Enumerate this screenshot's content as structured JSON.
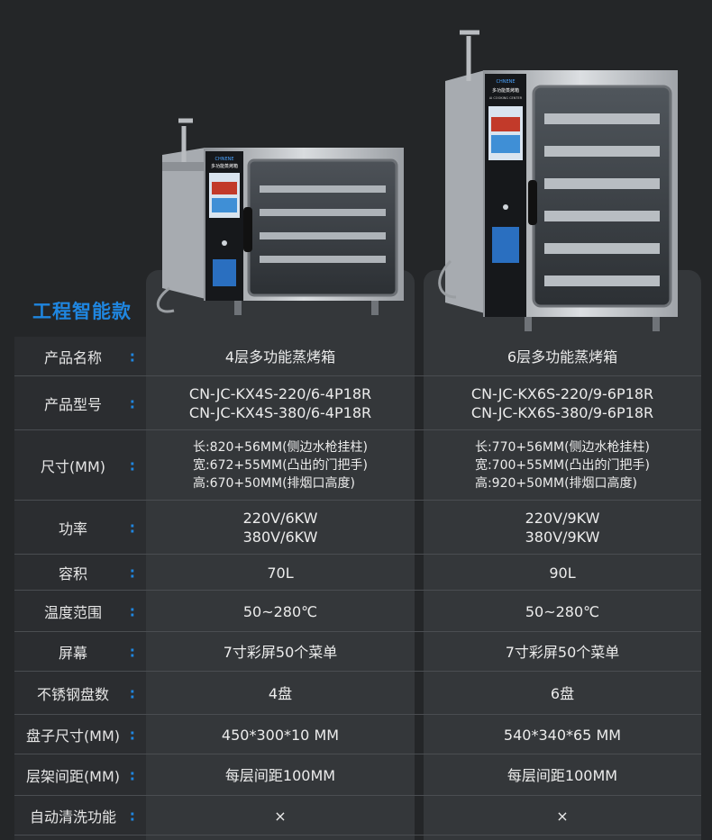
{
  "section_title": "工程智能款",
  "colon": ":",
  "rows": [
    {
      "label": "产品名称",
      "a": [
        "4层多功能蒸烤箱"
      ],
      "b": [
        "6层多功能蒸烤箱"
      ]
    },
    {
      "label": "产品型号",
      "a": [
        "CN-JC-KX4S-220/6-4P18R",
        "CN-JC-KX4S-380/6-4P18R"
      ],
      "b": [
        "CN-JC-KX6S-220/9-6P18R",
        "CN-JC-KX6S-380/9-6P18R"
      ]
    },
    {
      "label": "尺寸(MM)",
      "a": [
        "长:820+56MM(侧边水枪挂柱)",
        "宽:672+55MM(凸出的门把手)",
        "高:670+50MM(排烟口高度)"
      ],
      "b": [
        "长:770+56MM(侧边水枪挂柱)",
        "宽:700+55MM(凸出的门把手)",
        "高:920+50MM(排烟口高度)"
      ]
    },
    {
      "label": "功率",
      "a": [
        "220V/6KW",
        "380V/6KW"
      ],
      "b": [
        "220V/9KW",
        "380V/9KW"
      ]
    },
    {
      "label": "容积",
      "a": [
        "70L"
      ],
      "b": [
        "90L"
      ]
    },
    {
      "label": "温度范围",
      "a": [
        "50~280℃"
      ],
      "b": [
        "50~280℃"
      ]
    },
    {
      "label": "屏幕",
      "a": [
        "7寸彩屏50个菜单"
      ],
      "b": [
        "7寸彩屏50个菜单"
      ]
    },
    {
      "label": "不锈钢盘数",
      "a": [
        "4盘"
      ],
      "b": [
        "6盘"
      ]
    },
    {
      "label": "盘子尺寸(MM)",
      "a": [
        "450*300*10 MM"
      ],
      "b": [
        "540*340*65 MM"
      ]
    },
    {
      "label": "层架间距(MM)",
      "a": [
        "每层间距100MM"
      ],
      "b": [
        "每层间距100MM"
      ]
    },
    {
      "label": "自动清洗功能",
      "a": [
        "×"
      ],
      "b": [
        "×"
      ]
    }
  ],
  "oven_small_brand": "CHNENE",
  "oven_small_panel_title": "多功能蒸烤箱",
  "oven_large_brand": "CHNENE",
  "oven_large_panel_title": "多功能蒸烤箱",
  "oven_panel_subtitle": "AI COOKING CENTER",
  "colors": {
    "accent": "#1f86e0",
    "background": "#242628",
    "panel": "#34373a"
  }
}
